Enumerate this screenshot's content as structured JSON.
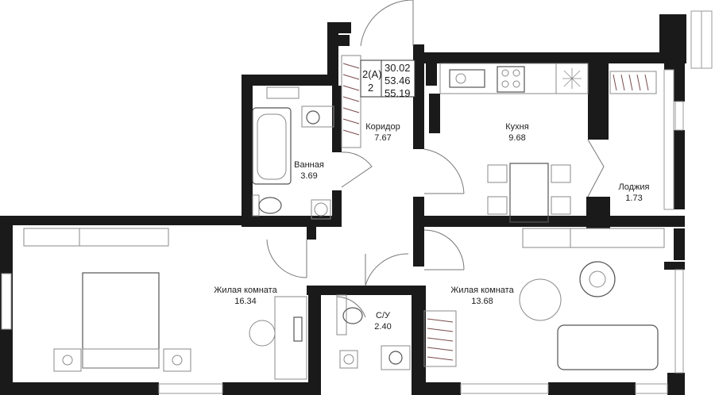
{
  "apartment": {
    "type_label": "2(А)",
    "rooms_count": "2",
    "living_area": "30.02",
    "total_area": "53.46",
    "total_with_loggia": "55.19"
  },
  "rooms": [
    {
      "name": "Коридор",
      "area": "7.67"
    },
    {
      "name": "Кухня",
      "area": "9.68"
    },
    {
      "name": "Ванная",
      "area": "3.69"
    },
    {
      "name": "Лоджия",
      "area": "1.73"
    },
    {
      "name": "Жилая комната",
      "area": "16.34"
    },
    {
      "name": "Жилая комната",
      "area": "13.68"
    },
    {
      "name": "С/У",
      "area": "2.40"
    }
  ]
}
